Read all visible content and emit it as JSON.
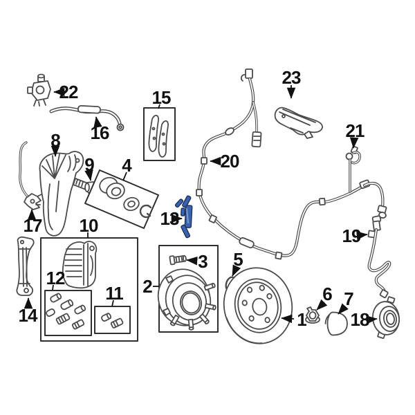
{
  "diagram": {
    "type": "exploded-parts-diagram",
    "subject": "front disc brake components",
    "background_color": "#ffffff",
    "line_color": "#4b4b4b",
    "label_color": "#111111",
    "highlight_color": "#3a64ad",
    "highlighted_callout": "13",
    "callouts": [
      {
        "num": "1"
      },
      {
        "num": "2"
      },
      {
        "num": "3"
      },
      {
        "num": "4"
      },
      {
        "num": "5"
      },
      {
        "num": "6"
      },
      {
        "num": "7"
      },
      {
        "num": "8"
      },
      {
        "num": "9"
      },
      {
        "num": "10"
      },
      {
        "num": "11"
      },
      {
        "num": "12"
      },
      {
        "num": "13"
      },
      {
        "num": "14"
      },
      {
        "num": "15"
      },
      {
        "num": "16"
      },
      {
        "num": "17"
      },
      {
        "num": "18"
      },
      {
        "num": "19"
      },
      {
        "num": "20"
      },
      {
        "num": "21"
      },
      {
        "num": "22"
      },
      {
        "num": "23"
      }
    ]
  }
}
